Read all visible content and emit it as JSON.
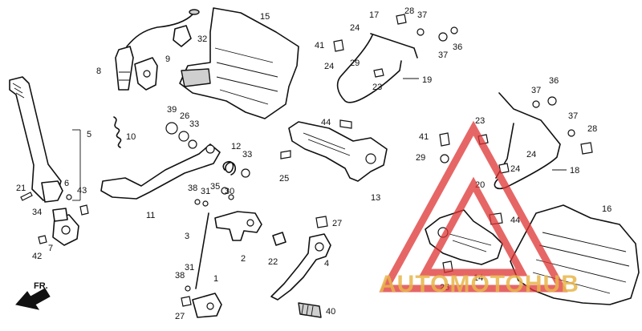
{
  "labels": {
    "l1": "1",
    "l2": "2",
    "l3": "3",
    "l4": "4",
    "l5": "5",
    "l6": "6",
    "l7": "7",
    "l8": "8",
    "l9": "9",
    "l10": "10",
    "l11": "11",
    "l12": "12",
    "l13": "13",
    "l14": "14",
    "l15": "15",
    "l16": "16",
    "l17": "17",
    "l18": "18",
    "l19": "19",
    "l20": "20",
    "l21": "21",
    "l22": "22",
    "l23a": "23",
    "l23b": "23",
    "l24a": "24",
    "l24b": "24",
    "l24c": "24",
    "l24d": "24",
    "l25a": "25",
    "l25b": "25",
    "l26": "26",
    "l27a": "27",
    "l27b": "27",
    "l28a": "28",
    "l28b": "28",
    "l29a": "29",
    "l29b": "29",
    "l30": "30",
    "l31a": "31",
    "l31b": "31",
    "l32": "32",
    "l33a": "33",
    "l33b": "33",
    "l34": "34",
    "l35": "35",
    "l36a": "36",
    "l36b": "36",
    "l37a": "37",
    "l37b": "37",
    "l37c": "37",
    "l37d": "37",
    "l38a": "38",
    "l38b": "38",
    "l39": "39",
    "l40": "40",
    "l41a": "41",
    "l41b": "41",
    "l42": "42",
    "l43": "43",
    "l44a": "44",
    "l44b": "44"
  },
  "direction_arrow": "FR.",
  "watermark": {
    "text": "AUTOMOTOHUB",
    "color": "#e8b64a",
    "logo_color": "#d33333"
  }
}
